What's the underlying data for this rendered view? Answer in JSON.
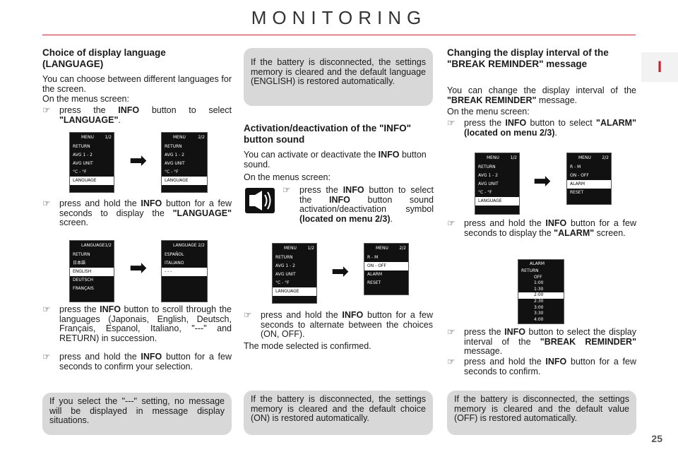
{
  "page": {
    "title": "MONITORING",
    "section_tab": "I",
    "page_number": "25"
  },
  "col1": {
    "heading": "Choice of display language (LANGUAGE)",
    "intro1": "You can choose between different languages for the screen.",
    "intro2": "On the menus screen:",
    "b1_pre": "press the ",
    "b1_bold": "INFO",
    "b1_post": " button to select ",
    "b1_bold2": "\"LANGUAGE\"",
    "b1_end": ".",
    "b2_pre": "press and hold the ",
    "b2_bold": "INFO",
    "b2_post": " button for a few seconds to display the ",
    "b2_bold2": "\"LANGUAGE\"",
    "b2_end": " screen.",
    "b3_pre": "press the ",
    "b3_bold": "INFO",
    "b3_post": " button to scroll through the languages (Japonais, English, Deutsch, Français, Espa­nol, Italiano, \"---\" and RETURN) in succession.",
    "b4_pre": "press and hold the ",
    "b4_bold": "INFO",
    "b4_post": " button for a few seconds to confirm your selection.",
    "note": "If you select the \"---\" setting, no mes­sage will be displayed in message display situations."
  },
  "col2": {
    "note_top": "If the battery is disconnected, the settings memory is cleared and the default language (ENGLISH) is restored automatically.",
    "heading": "Activation/deactivation of the \"INFO\" button sound",
    "intro1_pre": "You can activate or deactivate the ",
    "intro1_bold": "INFO",
    "intro1_post": " button sound.",
    "intro2": "On the menus screen:",
    "b1_pre": "press the ",
    "b1_bold": "INFO",
    "b1_mid": " button to se­lect the ",
    "b1_bold2": "INFO",
    "b1_post": " button sound activation/deactivation sym­bol ",
    "b1_bold3": "(located on menu 2/3)",
    "b1_end": ".",
    "b2_pre": "press and hold the ",
    "b2_bold": "INFO",
    "b2_post": " button for a few seconds to alternate between the choices (ON, OFF).",
    "confirm": "The mode selected is confirmed.",
    "note_bottom": "If the battery is disconnected, the settings memory is cleared and the default choice (ON) is restored automatically."
  },
  "col3": {
    "heading": "Changing the display interval of the \"BREAK REMINDER\" message",
    "intro1_pre": "You can change the display interval of the ",
    "intro1_bold": "\"BREAK REMINDER\"",
    "intro1_post": " message.",
    "intro2": "On the menu screen:",
    "b1_pre": "press the ",
    "b1_bold": "INFO",
    "b1_post": " button to select ",
    "b1_bold2": "\"ALARM\" (located on menu 2/3)",
    "b1_end": ".",
    "b2_pre": "press and hold the ",
    "b2_bold": "INFO",
    "b2_post": " button for a few seconds to display the ",
    "b2_bold2": "\"ALARM\"",
    "b2_end": " screen.",
    "b3_pre": "press the ",
    "b3_bold": "INFO",
    "b3_post": " button to select the display interval of the ",
    "b3_bold2": "\"BREAK REMINDER\"",
    "b3_end": " message.",
    "b4_pre": "press and hold the ",
    "b4_bold": "INFO",
    "b4_post": " button for a few seconds to confirm.",
    "note": "If the battery is disconnected, the settings memory is cleared and the default value (OFF) is restored auto­matically."
  },
  "bullet_glyph": "☞",
  "arrow_glyph": "➡",
  "screens": {
    "menu1": {
      "head": "MENU",
      "page": "1/2",
      "rows": [
        "RETURN",
        "AVG  1 - 2",
        "AVG UNIT",
        "°C - °F",
        "LANGUAGE"
      ]
    },
    "menu2": {
      "head": "MENU",
      "page": "2/2",
      "rows": [
        "RETURN",
        "AVG  1 - 2",
        "AVG UNIT",
        "°C - °F",
        "LANGUAGE"
      ]
    },
    "lang1": {
      "head": "LANGUAGE",
      "page": "1/2",
      "rows": [
        "RETURN",
        "日本語",
        "ENGLISH",
        "DEUTSCH",
        "FRANÇAIS"
      ]
    },
    "lang2": {
      "head": "LANGUAGE",
      "page": "2/2",
      "rows": [
        "ESPAÑOL",
        "ITALIANO",
        "- - -"
      ]
    },
    "menu3": {
      "head": "MENU",
      "page": "2/2",
      "rows": [
        "R - M",
        "ON - OFF",
        "ALARM",
        "RESET"
      ]
    },
    "alarm": {
      "head": "ALARM",
      "rows": [
        "RETURN",
        "OFF",
        "1:00",
        "1:30",
        "2:00",
        "2:30",
        "3:00",
        "3:30",
        "4:00"
      ]
    }
  }
}
